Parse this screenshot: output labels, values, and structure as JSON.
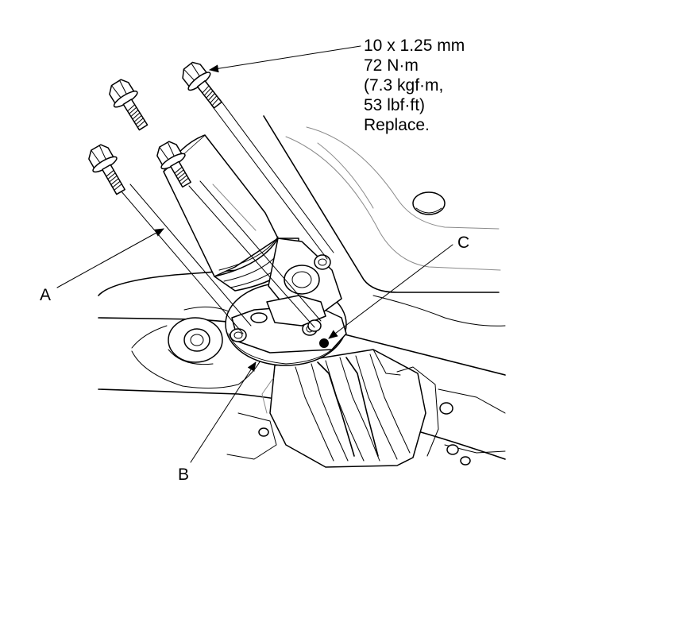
{
  "labels": {
    "a": "A",
    "b": "B",
    "c": "C"
  },
  "spec": {
    "line1": "10 x 1.25 mm",
    "line2": "72 N·m",
    "line3": "(7.3 kgf·m,",
    "line4": "53 lbf·ft)",
    "line5": "Replace."
  },
  "icons": {
    "bolts": "flange-bolt-icon",
    "arrows": "leader-arrow-icon"
  }
}
